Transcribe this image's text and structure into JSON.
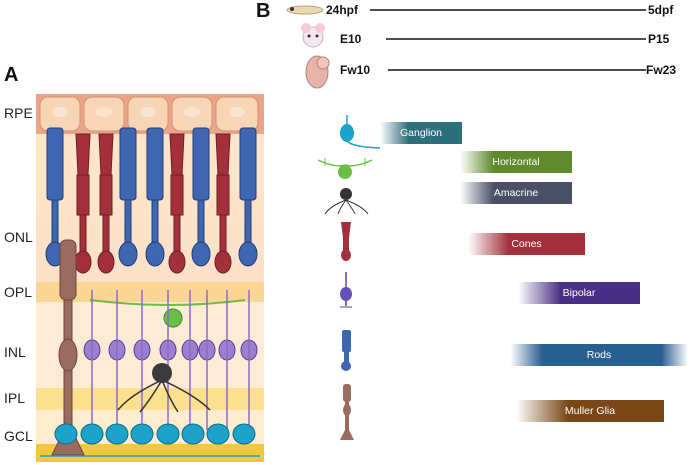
{
  "panels": {
    "a": "A",
    "b": "B"
  },
  "layers": [
    "RPE",
    "ONL",
    "OPL",
    "INL",
    "IPL",
    "GCL"
  ],
  "timelines": [
    {
      "start": "24hpf",
      "end": "5dpf",
      "species_icon": "zebrafish-icon"
    },
    {
      "start": "E10",
      "end": "P15",
      "species_icon": "mouse-icon"
    },
    {
      "start": "Fw10",
      "end": "Fw23",
      "species_icon": "human-fetus-icon"
    }
  ],
  "cell_types": [
    {
      "label": "Ganglion",
      "color": "#2e6f7c",
      "icon": "ganglion-cell-icon"
    },
    {
      "label": "Horizontal",
      "color": "#5f8a2b",
      "icon": "horizontal-cell-icon"
    },
    {
      "label": "Amacrine",
      "color": "#4a5066",
      "icon": "amacrine-cell-icon"
    },
    {
      "label": "Cones",
      "color": "#a3303a",
      "icon": "cone-cell-icon"
    },
    {
      "label": "Bipolar",
      "color": "#4a2f86",
      "icon": "bipolar-cell-icon"
    },
    {
      "label": "Rods",
      "color": "#2a5f91",
      "icon": "rod-cell-icon"
    },
    {
      "label": "Muller Glia",
      "color": "#7a4716",
      "icon": "muller-glia-icon"
    }
  ]
}
